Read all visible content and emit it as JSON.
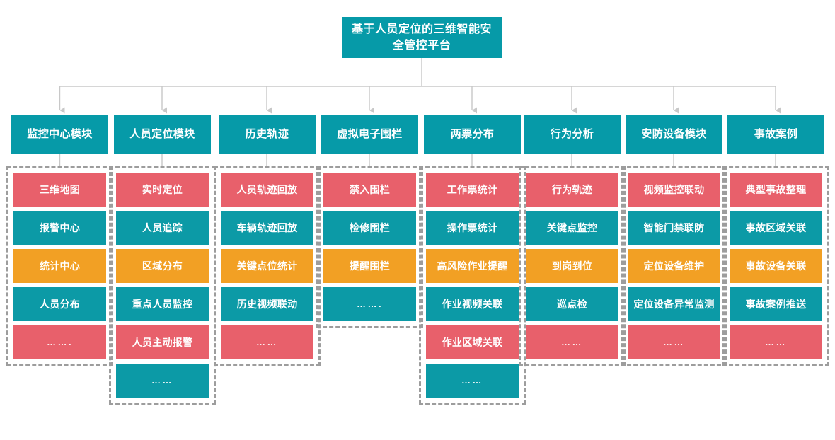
{
  "root": {
    "title": "基于人员定位的三维智能安全管控平台",
    "color": "#069AA8"
  },
  "palette": {
    "red": "#E8606B",
    "teal": "#0C9AA6",
    "orange": "#F2A024",
    "header_teal": "#069AA8",
    "frame_gray": "#9D9D9D",
    "connector_gray": "#C8C8C8",
    "background": "#FFFFFF"
  },
  "columns": [
    {
      "header": "监控中心模块",
      "items": [
        {
          "label": "三维地图",
          "color": "red"
        },
        {
          "label": "报警中心",
          "color": "teal"
        },
        {
          "label": "统计中心",
          "color": "orange"
        },
        {
          "label": "人员分布",
          "color": "teal"
        },
        {
          "label": "…….",
          "color": "red"
        }
      ]
    },
    {
      "header": "人员定位模块",
      "items": [
        {
          "label": "实时定位",
          "color": "red"
        },
        {
          "label": "人员追踪",
          "color": "teal"
        },
        {
          "label": "区域分布",
          "color": "orange"
        },
        {
          "label": "重点人员监控",
          "color": "teal"
        },
        {
          "label": "人员主动报警",
          "color": "red"
        },
        {
          "label": "……",
          "color": "teal"
        }
      ]
    },
    {
      "header": "历史轨迹",
      "items": [
        {
          "label": "人员轨迹回放",
          "color": "red"
        },
        {
          "label": "车辆轨迹回放",
          "color": "teal"
        },
        {
          "label": "关键点位统计",
          "color": "orange"
        },
        {
          "label": "历史视频联动",
          "color": "teal"
        },
        {
          "label": "……",
          "color": "red"
        }
      ]
    },
    {
      "header": "虚拟电子围栏",
      "items": [
        {
          "label": "禁入围栏",
          "color": "red"
        },
        {
          "label": "检修围栏",
          "color": "teal"
        },
        {
          "label": "提醒围栏",
          "color": "orange"
        },
        {
          "label": "…….",
          "color": "teal"
        }
      ]
    },
    {
      "header": "两票分布",
      "items": [
        {
          "label": "工作票统计",
          "color": "red"
        },
        {
          "label": "操作票统计",
          "color": "teal"
        },
        {
          "label": "高风险作业提醒",
          "color": "orange"
        },
        {
          "label": "作业视频关联",
          "color": "teal"
        },
        {
          "label": "作业区域关联",
          "color": "red"
        },
        {
          "label": "……",
          "color": "teal"
        }
      ]
    },
    {
      "header": "行为分析",
      "items": [
        {
          "label": "行为轨迹",
          "color": "red"
        },
        {
          "label": "关键点监控",
          "color": "teal"
        },
        {
          "label": "到岗到位",
          "color": "orange"
        },
        {
          "label": "巡点检",
          "color": "teal"
        },
        {
          "label": "……",
          "color": "red"
        }
      ]
    },
    {
      "header": "安防设备模块",
      "items": [
        {
          "label": "视频监控联动",
          "color": "red"
        },
        {
          "label": "智能门禁联防",
          "color": "teal"
        },
        {
          "label": "定位设备维护",
          "color": "orange"
        },
        {
          "label": "定位设备异常监测",
          "color": "teal"
        },
        {
          "label": "……",
          "color": "red"
        }
      ]
    },
    {
      "header": "事故案例",
      "items": [
        {
          "label": "典型事故整理",
          "color": "red"
        },
        {
          "label": "事故区域关联",
          "color": "teal"
        },
        {
          "label": "事故设备关联",
          "color": "orange"
        },
        {
          "label": "事故案例推送",
          "color": "teal"
        },
        {
          "label": "……",
          "color": "red"
        }
      ]
    }
  ]
}
